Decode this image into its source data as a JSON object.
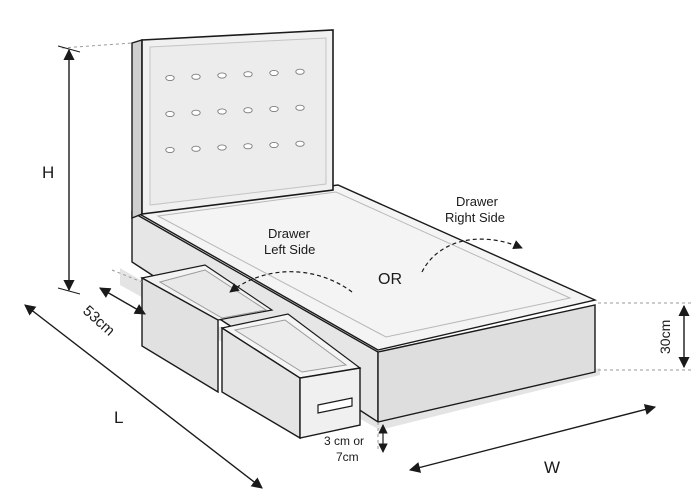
{
  "labels": {
    "height": "H",
    "depth": "53cm",
    "length": "L",
    "width": "W",
    "base_height": "30cm",
    "clearance_line1": "3 cm or",
    "clearance_line2": "7cm",
    "drawer_left_line1": "Drawer",
    "drawer_left_line2": "Left Side",
    "drawer_right_line1": "Drawer",
    "drawer_right_line2": "Right Side",
    "or": "OR"
  },
  "colors": {
    "outline": "#1a1a1a",
    "panel": "#e9e9e9",
    "panel_dark": "#d7d7d7",
    "headboard_face": "#efefef",
    "mattress": "#f3f3f3",
    "dimension": "#1a1a1a",
    "dashed": "#9a9a9a"
  },
  "buttons": {
    "rows": 3,
    "cols": 6
  }
}
